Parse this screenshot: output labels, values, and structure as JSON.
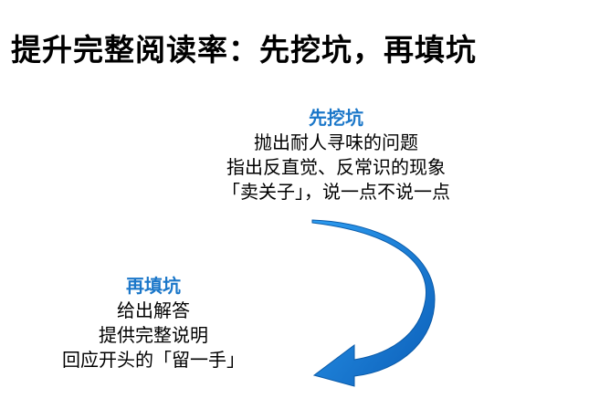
{
  "title": "提升完整阅读率：先挖坑，再填坑",
  "accent_color": "#1b77c9",
  "dig": {
    "heading": "先挖坑",
    "lines": [
      "抛出耐人寻味的问题",
      "指出反直觉、反常识的现象",
      "「卖关子」，说一点不说一点"
    ]
  },
  "fill": {
    "heading": "再填坑",
    "lines": [
      "给出解答",
      "提供完整说明",
      "回应开头的「留一手」"
    ]
  },
  "arrow": {
    "icon": "curved-arrow-icon",
    "color_light": "#2d9cf0",
    "color_dark": "#0b5eb8"
  }
}
